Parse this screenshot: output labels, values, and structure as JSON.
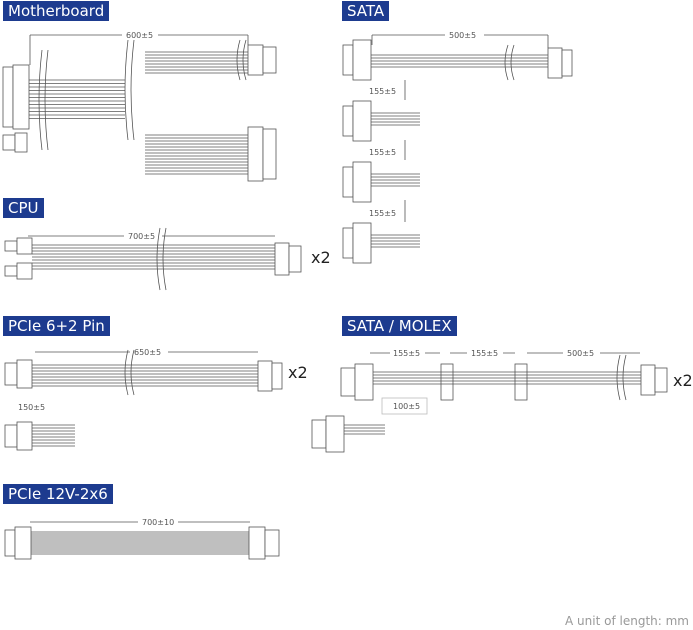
{
  "sections": {
    "motherboard": {
      "title": "Motherboard",
      "length": "600±5"
    },
    "sata": {
      "title": "SATA",
      "length": "500±5",
      "spacing": [
        "155±5",
        "155±5",
        "155±5"
      ]
    },
    "cpu": {
      "title": "CPU",
      "length": "700±5",
      "quantity": "x2"
    },
    "pcie": {
      "title": "PCIe 6+2 Pin",
      "length": "650±5",
      "branch": "150±5",
      "quantity": "x2"
    },
    "sata_molex": {
      "title": "SATA / MOLEX",
      "spacing": [
        "155±5",
        "155±5",
        "500±5"
      ],
      "branch": "100±5",
      "quantity": "x2"
    },
    "pcie12v": {
      "title": "PCIe 12V-2x6",
      "length": "700±10"
    }
  },
  "footer": "A unit of length: mm",
  "colors": {
    "label_bg": "#1d3b8f",
    "line": "#555555"
  }
}
